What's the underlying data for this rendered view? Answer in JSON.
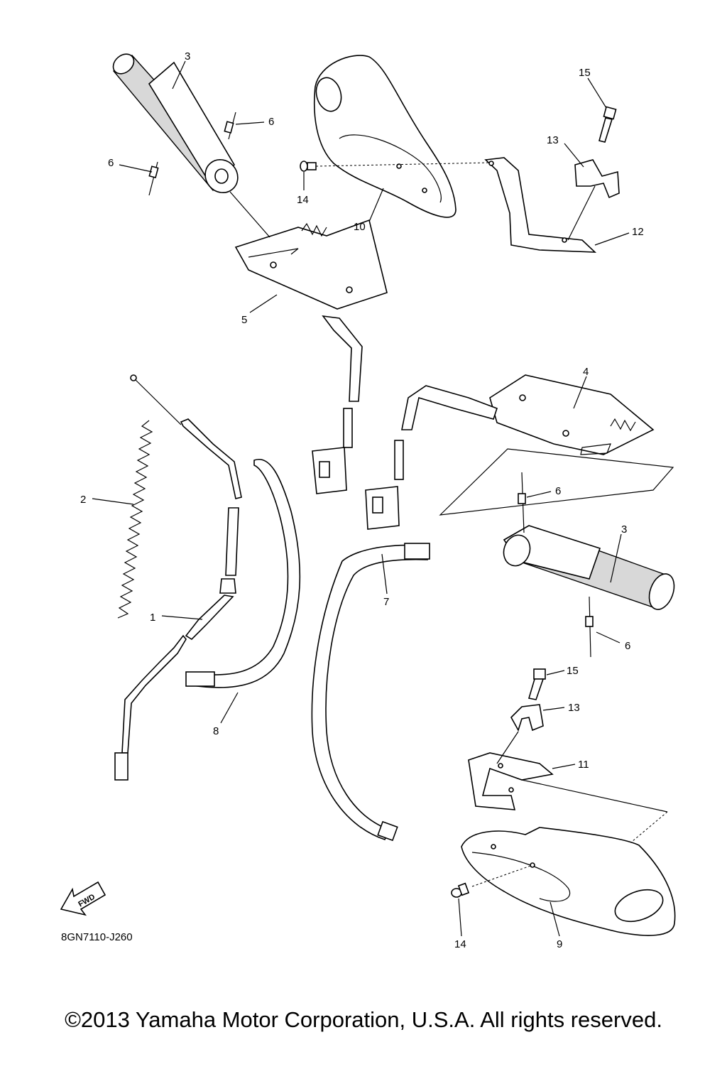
{
  "callouts": {
    "c1": "1",
    "c2": "2",
    "c3a": "3",
    "c3b": "3",
    "c4": "4",
    "c5": "5",
    "c6a": "6",
    "c6b": "6",
    "c6c": "6",
    "c6d": "6",
    "c7": "7",
    "c8": "8",
    "c9": "9",
    "c10": "10",
    "c11": "11",
    "c12": "12",
    "c13a": "13",
    "c13b": "13",
    "c14a": "14",
    "c14b": "14",
    "c15a": "15",
    "c15b": "15"
  },
  "fwd_label": "FWD",
  "diagram_code": "8GN7110-J260",
  "copyright": "©2013 Yamaha Motor Corporation, U.S.A. All rights reserved."
}
